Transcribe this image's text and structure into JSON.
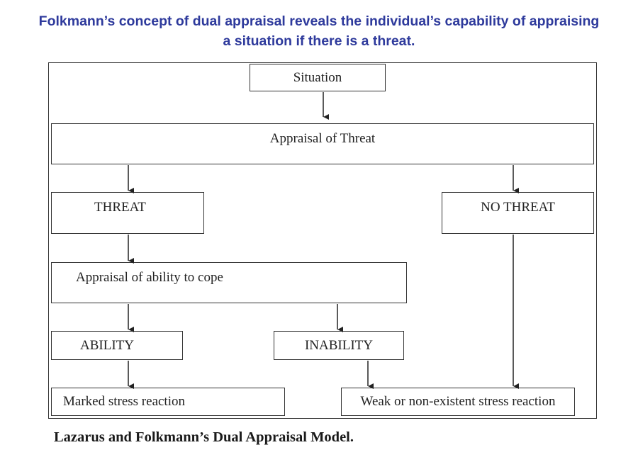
{
  "header": {
    "line1": "Folkmann’s concept of dual appraisal reveals the individual’s capability of appraising",
    "line2": "a situation if there is a threat."
  },
  "diagram": {
    "situation": "Situation",
    "appraisal_threat": "Appraisal of Threat",
    "threat": "THREAT",
    "no_threat": "NO THREAT",
    "appraisal_ability": "Appraisal of ability to cope",
    "ability": "ABILITY",
    "inability": "INABILITY",
    "marked_reaction": "Marked stress reaction",
    "weak_reaction": "Weak or non-existent stress reaction"
  },
  "caption": "Lazarus and Folkmann’s Dual Appraisal Model."
}
